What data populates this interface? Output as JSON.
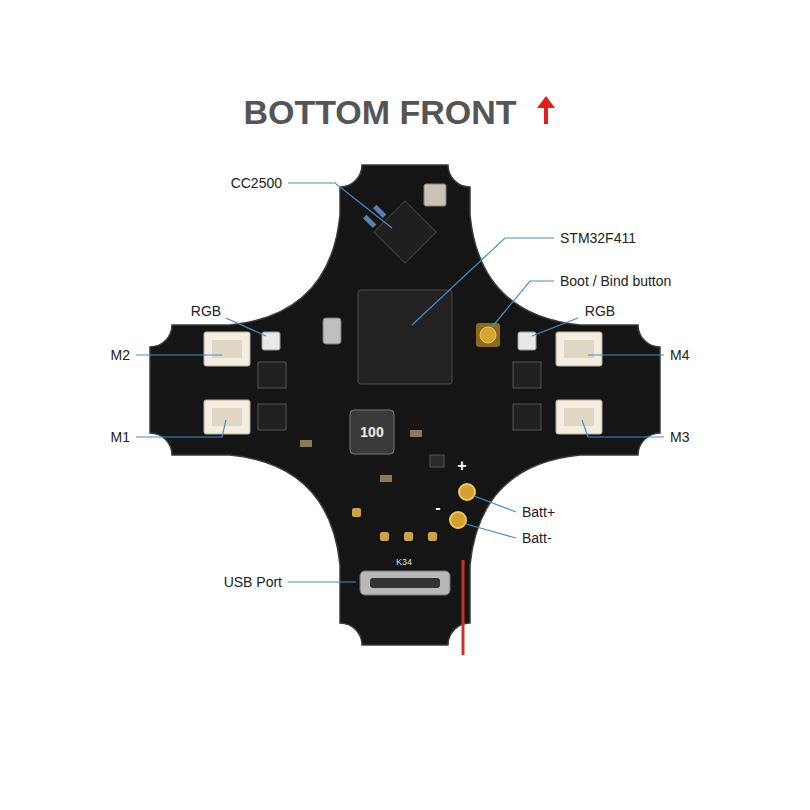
{
  "diagram": {
    "title": "BOTTOM FRONT",
    "labels": [
      "CC2500",
      "STM32F411",
      "Boot / Bind button",
      "RGB",
      "RGB",
      "M2",
      "M4",
      "M1",
      "M3",
      "100",
      "+",
      "-",
      "Batt+",
      "Batt-",
      "K34",
      "USB Port"
    ]
  }
}
